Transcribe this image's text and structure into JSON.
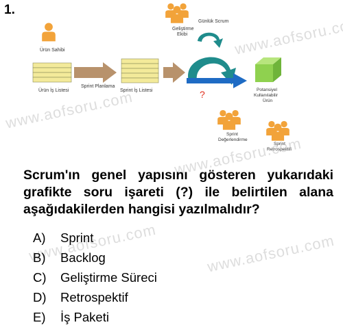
{
  "question_number": "1.",
  "diagram": {
    "labels": {
      "product_owner": "Ürün Sahibi",
      "product_backlog": "Ürün İş Listesi",
      "sprint_planning": "Sprint Planlama",
      "sprint_backlog": "Sprint İş Listesi",
      "daily_scrum": "Günlük Scrum",
      "dev_team_line1": "Geliştirme",
      "dev_team_line2": "Ekibi",
      "question_mark": "?",
      "increment_line1": "Potansiyel",
      "increment_line2": "Kullanılabilir",
      "increment_line3": "Ürün",
      "review_line1": "Sprint",
      "review_line2": "Değerlendirme",
      "retro_line1": "Sprint",
      "retro_line2": "Retrospektifi"
    },
    "colors": {
      "backlog_fill": "#f3ea9a",
      "arrow_brown": "#b8926c",
      "cycle_teal": "#1f8c8c",
      "arrow_blue": "#1e6bc4",
      "cube_green": "#8fd14f",
      "person_orange": "#f2a33a",
      "question_red": "#e0301e"
    }
  },
  "watermark_text": "www.aofsoru.com",
  "question": "Scrum'ın genel yapısını gösteren yukarıdaki grafikte soru işareti (?) ile belirtilen alana aşağıdakilerden hangisi yazılmalıdır?",
  "options": [
    {
      "letter": "A)",
      "text": "Sprint"
    },
    {
      "letter": "B)",
      "text": "Backlog"
    },
    {
      "letter": "C)",
      "text": "Geliştirme Süreci"
    },
    {
      "letter": "D)",
      "text": "Retrospektif"
    },
    {
      "letter": "E)",
      "text": "İş Paketi"
    }
  ]
}
